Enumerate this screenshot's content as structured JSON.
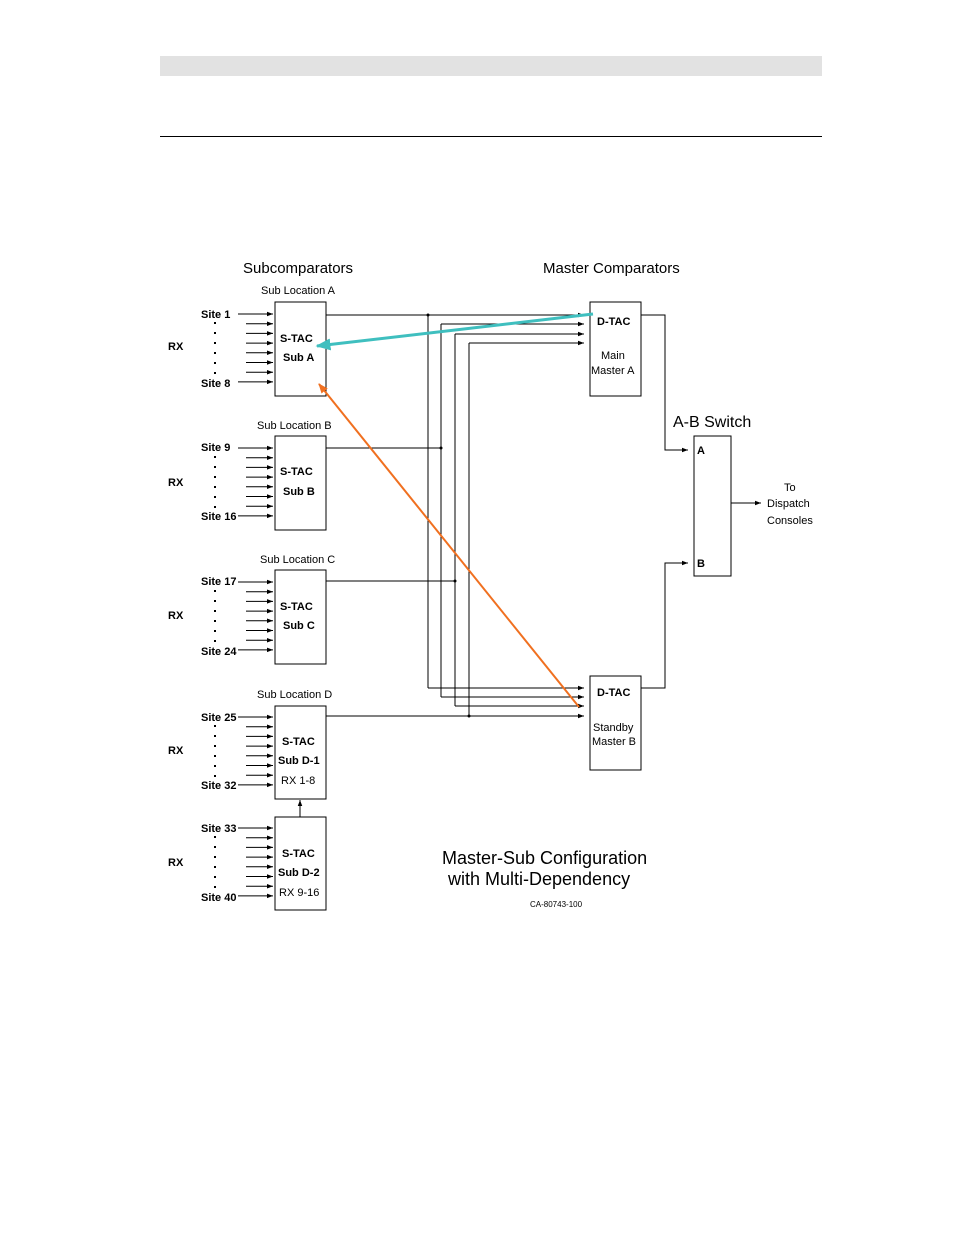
{
  "diagram": {
    "titles": {
      "subcomparators": "Subcomparators",
      "master_comparators": "Master Comparators",
      "ab_switch": "A-B Switch"
    },
    "sub_locations": [
      {
        "label": "Sub Location A",
        "rx": "RX",
        "site_first": "Site 1",
        "site_last": "Site 8",
        "box_line1": "S-TAC",
        "box_line2": "Sub A"
      },
      {
        "label": "Sub Location B",
        "rx": "RX",
        "site_first": "Site 9",
        "site_last": "Site 16",
        "box_line1": "S-TAC",
        "box_line2": "Sub B"
      },
      {
        "label": "Sub Location C",
        "rx": "RX",
        "site_first": "Site 17",
        "site_last": "Site 24",
        "box_line1": "S-TAC",
        "box_line2": "Sub C"
      },
      {
        "label": "Sub Location D",
        "rx": "RX",
        "site_first": "Site 25",
        "site_last": "Site 32",
        "box_line1": "S-TAC",
        "box_line2": "Sub D-1",
        "box_line3": "RX 1-8"
      },
      {
        "label": "",
        "rx": "RX",
        "site_first": "Site 33",
        "site_last": "Site 40",
        "box_line1": "S-TAC",
        "box_line2": "Sub D-2",
        "box_line3": "RX 9-16"
      }
    ],
    "masters": [
      {
        "line1": "D-TAC",
        "line2": "Main",
        "line3": "Master A"
      },
      {
        "line1": "D-TAC",
        "line2": "Standby",
        "line3": "Master B"
      }
    ],
    "switch": {
      "port_a": "A",
      "port_b": "B"
    },
    "output": {
      "line1": "To",
      "line2": "Dispatch",
      "line3": "Consoles"
    },
    "caption": {
      "line1": "Master-Sub Configuration",
      "line2": "with Multi-Dependency"
    },
    "doc_id": "CA-80743-100",
    "colors": {
      "teal_arrow": "#3fbfbf",
      "orange_arrow": "#f07020",
      "header_bar": "#e2e2e2"
    }
  }
}
